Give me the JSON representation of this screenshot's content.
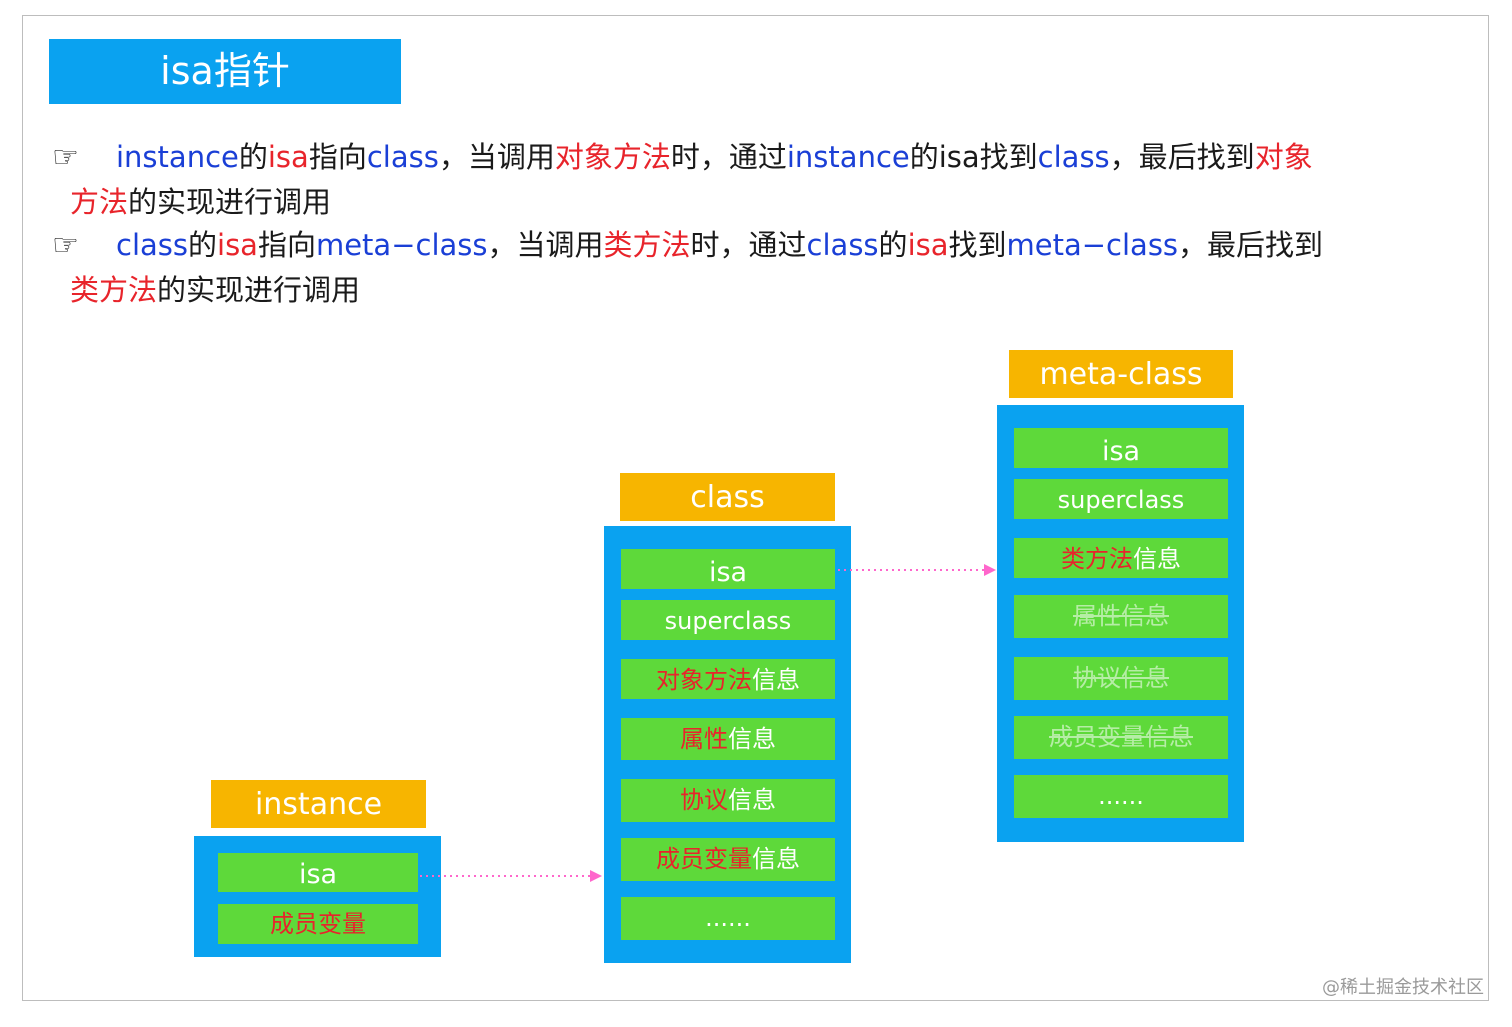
{
  "title": "isa指针",
  "bullets": [
    {
      "icon": "pointing-hand-icon",
      "line1": [
        {
          "t": "instance",
          "c": "b"
        },
        {
          "t": "的",
          "c": "k"
        },
        {
          "t": "isa",
          "c": "r"
        },
        {
          "t": "指向",
          "c": "k"
        },
        {
          "t": "class",
          "c": "b"
        },
        {
          "t": "，当调用",
          "c": "k"
        },
        {
          "t": "对象方法",
          "c": "r"
        },
        {
          "t": "时，通过",
          "c": "k"
        },
        {
          "t": "instance",
          "c": "b"
        },
        {
          "t": "的isa找到",
          "c": "k"
        },
        {
          "t": "class",
          "c": "b"
        },
        {
          "t": "，最后找到",
          "c": "k"
        },
        {
          "t": "对象",
          "c": "r"
        }
      ],
      "line2": [
        {
          "t": "方法",
          "c": "r"
        },
        {
          "t": "的实现进行调用",
          "c": "k"
        }
      ]
    },
    {
      "icon": "pointing-hand-icon",
      "line1": [
        {
          "t": "class",
          "c": "b"
        },
        {
          "t": "的",
          "c": "k"
        },
        {
          "t": "isa",
          "c": "r"
        },
        {
          "t": "指向",
          "c": "k"
        },
        {
          "t": "meta−class",
          "c": "b"
        },
        {
          "t": "，当调用",
          "c": "k"
        },
        {
          "t": "类方法",
          "c": "r"
        },
        {
          "t": "时，通过",
          "c": "k"
        },
        {
          "t": "class",
          "c": "b"
        },
        {
          "t": "的",
          "c": "k"
        },
        {
          "t": "isa",
          "c": "r"
        },
        {
          "t": "找到",
          "c": "k"
        },
        {
          "t": "meta−class",
          "c": "b"
        },
        {
          "t": "，最后找到",
          "c": "k"
        }
      ],
      "line2": [
        {
          "t": "类方法",
          "c": "r"
        },
        {
          "t": "的实现进行调用",
          "c": "k"
        }
      ]
    }
  ],
  "instance": {
    "label": "instance",
    "fields": {
      "isa": "isa",
      "ivars": "成员变量"
    }
  },
  "class": {
    "label": "class",
    "fields": {
      "isa": "isa",
      "superclass": "superclass",
      "methods_red": "对象方法",
      "methods_white": "信息",
      "props_red": "属性",
      "props_white": "信息",
      "protocols_red": "协议",
      "protocols_white": "信息",
      "ivars_red": "成员变量",
      "ivars_white": "信息",
      "more": "......"
    }
  },
  "meta_class": {
    "label": "meta-class",
    "fields": {
      "isa": "isa",
      "superclass": "superclass",
      "methods_red": "类方法",
      "methods_white": "信息",
      "props_struck": "属性信息",
      "protocols_struck": "协议信息",
      "ivars_struck": "成员变量信息",
      "more": "......"
    }
  },
  "colors": {
    "title_bg": "#0aa2f0",
    "label_bg": "#f7b500",
    "field_bg": "#5ed93a",
    "keyword_blue": "#1a3fd6",
    "keyword_red": "#e8242b",
    "arrow": "#ff66cc"
  },
  "watermark": "@稀土掘金技术社区"
}
